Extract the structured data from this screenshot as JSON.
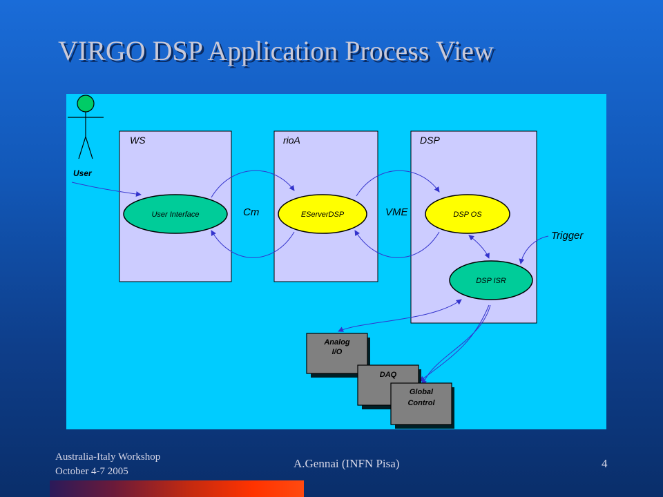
{
  "slide": {
    "title": "VIRGO DSP Application Process View"
  },
  "diagram": {
    "actor_label": "User",
    "processes": [
      {
        "label": "WS",
        "ellipse": "User Interface"
      },
      {
        "label": "rioA",
        "ellipse": "EServerDSP"
      },
      {
        "label": "DSP",
        "ellipse": "DSP OS",
        "ellipse2": "DSP ISR"
      }
    ],
    "channels": {
      "cm": "Cm",
      "vme": "VME",
      "trigger": "Trigger"
    },
    "devices": [
      {
        "line1": "Analog",
        "line2": "I/O"
      },
      {
        "line1": "DAQ",
        "line2": ""
      },
      {
        "line1": "Global",
        "line2": "Control"
      }
    ],
    "colors": {
      "background": "#00ccff",
      "process_box": "#ccccff",
      "ellipse_green": "#00cc99",
      "ellipse_yellow": "#ffff00",
      "device_box": "#808080",
      "arrow": "#3333cc"
    }
  },
  "footer": {
    "event_line1": "Australia-Italy Workshop",
    "event_line2": "October 4-7 2005",
    "author": "A.Gennai (INFN Pisa)",
    "page_number": "4"
  }
}
